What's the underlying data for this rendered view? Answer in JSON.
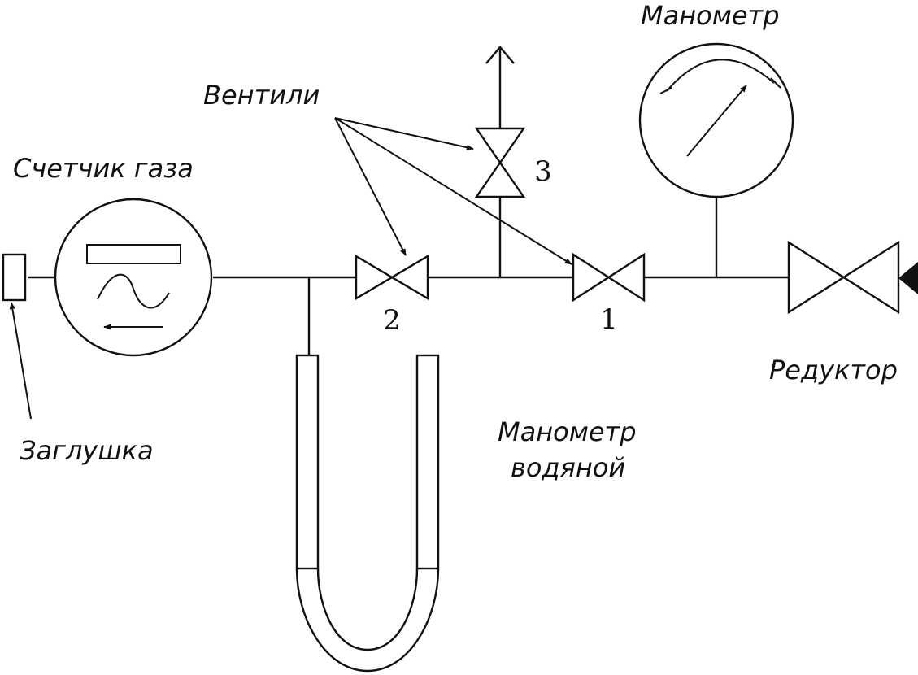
{
  "labels": {
    "gas_meter": "Счетчик газа",
    "valves": "Вентили",
    "manometer": "Манометр",
    "plug": "Заглушка",
    "reducer": "Редуктор",
    "water_manometer_line1": "Манометр",
    "water_manometer_line2": "водяной"
  },
  "valve_numbers": {
    "v1": "1",
    "v2": "2",
    "v3": "3"
  },
  "colors": {
    "ink": "#111111",
    "background": "#ffffff"
  }
}
